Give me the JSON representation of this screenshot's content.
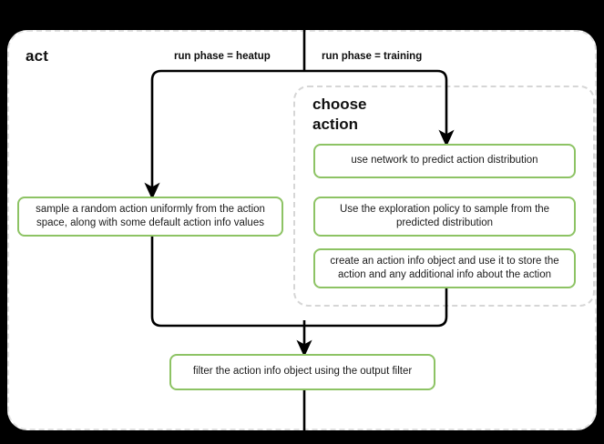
{
  "diagram": {
    "type": "flowchart",
    "title": "act",
    "background_color": "#000000",
    "container_color": "#ffffff",
    "accent_color": "#8dc364",
    "dashed_border_color": "#d6d6d6",
    "edge_color": "#000000"
  },
  "outer_block": {
    "label": "act"
  },
  "subgraph": {
    "label": "choose\naction",
    "label_line1": "choose",
    "label_line2": "action"
  },
  "edge_labels": {
    "heatup": "run phase = heatup",
    "training": "run phase = training"
  },
  "nodes": {
    "sample_random_action": "sample a random action uniformly from the action space, along with some default action info values",
    "use_network": "use network to predict action distribution",
    "exploration_policy": "Use the exploration policy to sample from the predicted distribution",
    "create_action_info": "create an action info object and use it to store the action and any additional info about the action",
    "filter_action_info": "filter the action info object using the output filter"
  }
}
